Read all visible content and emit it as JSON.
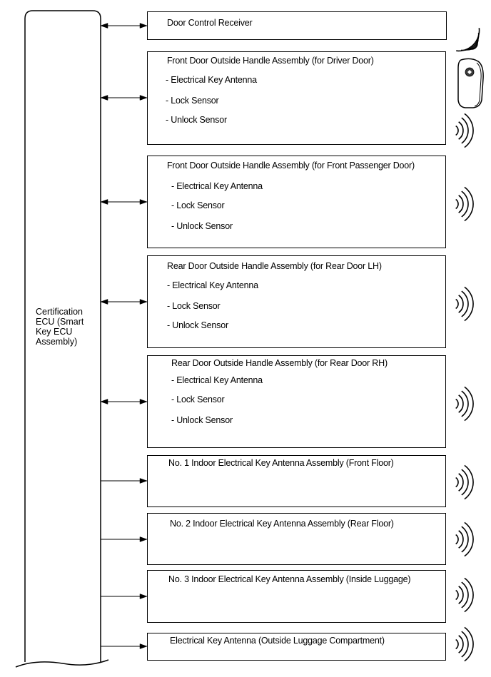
{
  "ecu": {
    "label_lines": [
      "Certification",
      "ECU (Smart",
      "Key ECU",
      "Assembly)"
    ]
  },
  "components": [
    {
      "title": "Door Control Receiver",
      "items": [],
      "link": "bidirectional",
      "signal": "receiver"
    },
    {
      "title": "Front Door Outside Handle Assembly (for Driver Door)",
      "items": [
        "- Electrical Key Antenna",
        "- Lock Sensor",
        "- Unlock Sensor"
      ],
      "link": "bidirectional",
      "signal": "antenna"
    },
    {
      "title": "Front Door Outside Handle Assembly (for Front Passenger Door)",
      "items": [
        "- Electrical Key Antenna",
        "- Lock Sensor",
        "- Unlock Sensor"
      ],
      "link": "bidirectional",
      "signal": "antenna"
    },
    {
      "title": "Rear Door Outside Handle Assembly (for Rear Door LH)",
      "items": [
        "- Electrical Key Antenna",
        "- Lock Sensor",
        "- Unlock Sensor"
      ],
      "link": "bidirectional",
      "signal": "antenna"
    },
    {
      "title": "Rear Door Outside Handle Assembly (for Rear Door RH)",
      "items": [
        "- Electrical Key Antenna",
        "- Lock Sensor",
        "- Unlock Sensor"
      ],
      "link": "bidirectional",
      "signal": "antenna"
    },
    {
      "title": "No. 1 Indoor Electrical Key Antenna Assembly (Front Floor)",
      "items": [],
      "link": "output",
      "signal": "antenna"
    },
    {
      "title": "No. 2 Indoor Electrical Key Antenna Assembly (Rear Floor)",
      "items": [],
      "link": "output",
      "signal": "antenna"
    },
    {
      "title": "No. 3 Indoor Electrical Key Antenna Assembly (Inside Luggage)",
      "items": [],
      "link": "output",
      "signal": "antenna"
    },
    {
      "title": "Electrical Key Antenna (Outside Luggage Compartment)",
      "items": [],
      "link": "output",
      "signal": "antenna"
    }
  ],
  "key_fob": {
    "icon": "key-fob-icon"
  },
  "colors": {
    "line": "#000000",
    "background": "#ffffff"
  }
}
